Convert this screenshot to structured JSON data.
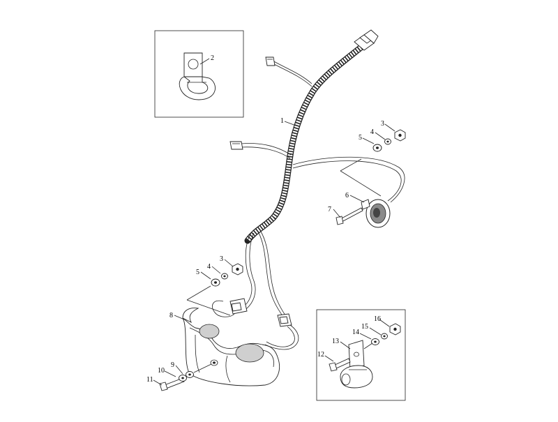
{
  "diagram": {
    "callouts": {
      "c1": "1",
      "c2": "2",
      "c3a": "3",
      "c4a": "4",
      "c5a": "5",
      "c6": "6",
      "c7": "7",
      "c3b": "3",
      "c4b": "4",
      "c5b": "5",
      "c8": "8",
      "c9": "9",
      "c10": "10",
      "c11": "11",
      "c12": "12",
      "c13": "13",
      "c14": "14",
      "c15": "15",
      "c16": "16"
    }
  }
}
